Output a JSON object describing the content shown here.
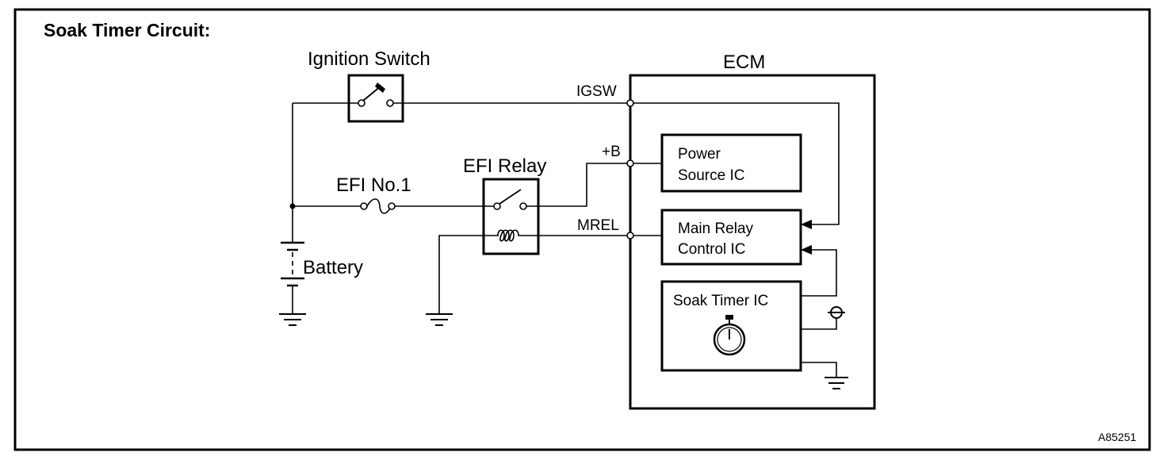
{
  "diagram": {
    "title": "Soak Timer Circuit:",
    "reference_code": "A85251",
    "components": {
      "ignition_switch": "Ignition Switch",
      "efi_fuse": "EFI No.1",
      "efi_relay": "EFI Relay",
      "battery": "Battery",
      "ecm": "ECM",
      "power_source_ic": {
        "line1": "Power",
        "line2": "Source IC"
      },
      "main_relay_control_ic": {
        "line1": "Main Relay",
        "line2": "Control IC"
      },
      "soak_timer_ic": "Soak Timer IC"
    },
    "terminals": {
      "igsw": "IGSW",
      "plus_b": "+B",
      "mrel": "MREL"
    }
  }
}
